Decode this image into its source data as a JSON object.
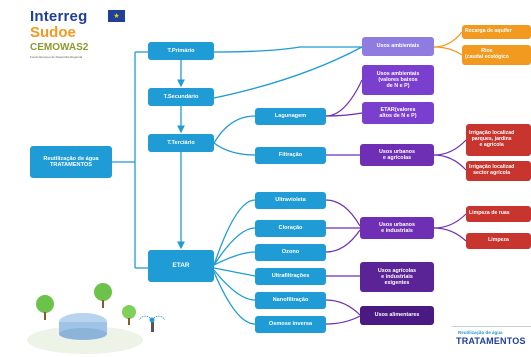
{
  "logo": {
    "brand": "Interreg",
    "program": "Sudoe",
    "project": "CEMOWAS2",
    "tagline": "Fondo Europeo de Desarrollo Regional",
    "flag_color": "#1f3f99"
  },
  "colors": {
    "primary_blue": "#1f9bd6",
    "lavender": "#8e7ce0",
    "purple": "#6f2fb5",
    "orange": "#f29a20",
    "red": "#c7352e",
    "tree_green": "#6cc24a"
  },
  "diagram": {
    "root": "Reutilização de água\nTRATAMENTOS",
    "stages": {
      "primario": "T.Primário",
      "secundario": "T.Secundário",
      "terciario": "T.Terciário",
      "etar": "ETAR"
    },
    "treatments": {
      "lagunagem": "Lagunagem",
      "filtracao": "Filtração",
      "ultravioleta": "Ultravioleta",
      "cloracao": "Cloração",
      "ozono": "Ozono",
      "ultrafiltracao": "Ultrafiltrações",
      "nanofiltracao": "Nanofiltração",
      "osmose": "Osmose inversa"
    },
    "uses": {
      "usos_ambientais": "Usos ambientais",
      "usos_ambientais_valores": "Usos ambientais\n(valores baixos\nde N e P)",
      "etar_valores": "ETAR(valores\naltos de N e P)",
      "usos_urbanos_agricolas": "Usos urbanos\ne agrícolas",
      "usos_urbanos_industriais": "Usos urbanos\ne industriais",
      "usos_agricolas_industriais": "Usos agrícolas\ne industriais\nexigentes",
      "usos_alimentares": "Usos alimentares"
    },
    "outcomes": {
      "recarga": "Recarga de aquífer",
      "rios": "Rios\n(caudal ecológico",
      "irrigacao_parques": "Irrigação localizad\nparques, jardins\ne agrícola",
      "irrigacao_industrial": "Irrigação localizad\nsector agrícola",
      "limpeza_ruas": "Limpeza de ruas",
      "limpeza": "Limpeza"
    },
    "corner_label": {
      "title": "Reutilização de água",
      "subtitle": "TRATAMENTOS"
    }
  }
}
